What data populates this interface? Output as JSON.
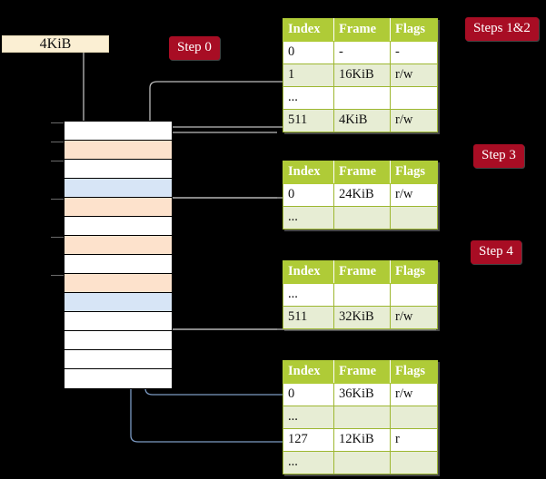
{
  "diagram": {
    "title_boxes": [
      {
        "name": "size-label",
        "label": "4KiB"
      }
    ],
    "step_badges": [
      {
        "name": "step-0",
        "label": "Step 0"
      },
      {
        "name": "steps-1-2",
        "label": "Steps 1&2"
      },
      {
        "name": "step-3",
        "label": "Step 3"
      },
      {
        "name": "step-4",
        "label": "Step 4"
      }
    ],
    "colors": {
      "badge_bg": "#A80D24",
      "badge_text": "#FFFFFF",
      "cream_box_bg": "#FBEFD3",
      "table_header_bg": "#AFCB37",
      "table_alt_row_bg": "#E7EDD4",
      "table_highlight_bg": "#FAF79B",
      "memory_peach": "#FDE2CC",
      "memory_blue": "#D7E5F6",
      "grey_connector": "#BDBDBD",
      "blue_connector": "#7C9BC4",
      "background": "#000000"
    },
    "memory_column": {
      "name": "physical-memory-column",
      "rows": [
        {
          "fill": "white"
        },
        {
          "fill": "peach"
        },
        {
          "fill": "white"
        },
        {
          "fill": "blue"
        },
        {
          "fill": "peach"
        },
        {
          "fill": "white"
        },
        {
          "fill": "peach"
        },
        {
          "fill": "white"
        },
        {
          "fill": "peach"
        },
        {
          "fill": "blue"
        },
        {
          "fill": "white"
        },
        {
          "fill": "white"
        },
        {
          "fill": "white"
        },
        {
          "fill": "white"
        }
      ]
    },
    "tables": [
      {
        "name": "page-table-level-0",
        "columns": [
          "Index",
          "Frame",
          "Flags"
        ],
        "rows": [
          {
            "cells": [
              "0",
              "-",
              "-"
            ],
            "alt": false,
            "highlight": false
          },
          {
            "cells": [
              "1",
              "16KiB",
              "r/w"
            ],
            "alt": true,
            "highlight": false
          },
          {
            "cells": [
              "...",
              "",
              ""
            ],
            "alt": false,
            "highlight": false
          },
          {
            "cells": [
              "511",
              "4KiB",
              "r/w"
            ],
            "alt": true,
            "highlight": true
          }
        ]
      },
      {
        "name": "page-table-level-1",
        "columns": [
          "Index",
          "Frame",
          "Flags"
        ],
        "rows": [
          {
            "cells": [
              "0",
              "24KiB",
              "r/w"
            ],
            "alt": false,
            "highlight": false
          },
          {
            "cells": [
              "...",
              "",
              ""
            ],
            "alt": true,
            "highlight": false
          }
        ]
      },
      {
        "name": "page-table-level-2",
        "columns": [
          "Index",
          "Frame",
          "Flags"
        ],
        "rows": [
          {
            "cells": [
              "...",
              "",
              ""
            ],
            "alt": false,
            "highlight": false
          },
          {
            "cells": [
              "511",
              "32KiB",
              "r/w"
            ],
            "alt": true,
            "highlight": false
          }
        ]
      },
      {
        "name": "page-table-level-3",
        "columns": [
          "Index",
          "Frame",
          "Flags"
        ],
        "rows": [
          {
            "cells": [
              "0",
              "36KiB",
              "r/w"
            ],
            "alt": false,
            "highlight": false
          },
          {
            "cells": [
              "...",
              "",
              ""
            ],
            "alt": true,
            "highlight": false
          },
          {
            "cells": [
              "127",
              "12KiB",
              "r"
            ],
            "alt": false,
            "highlight": false
          },
          {
            "cells": [
              "...",
              "",
              ""
            ],
            "alt": true,
            "highlight": false
          }
        ]
      }
    ]
  }
}
